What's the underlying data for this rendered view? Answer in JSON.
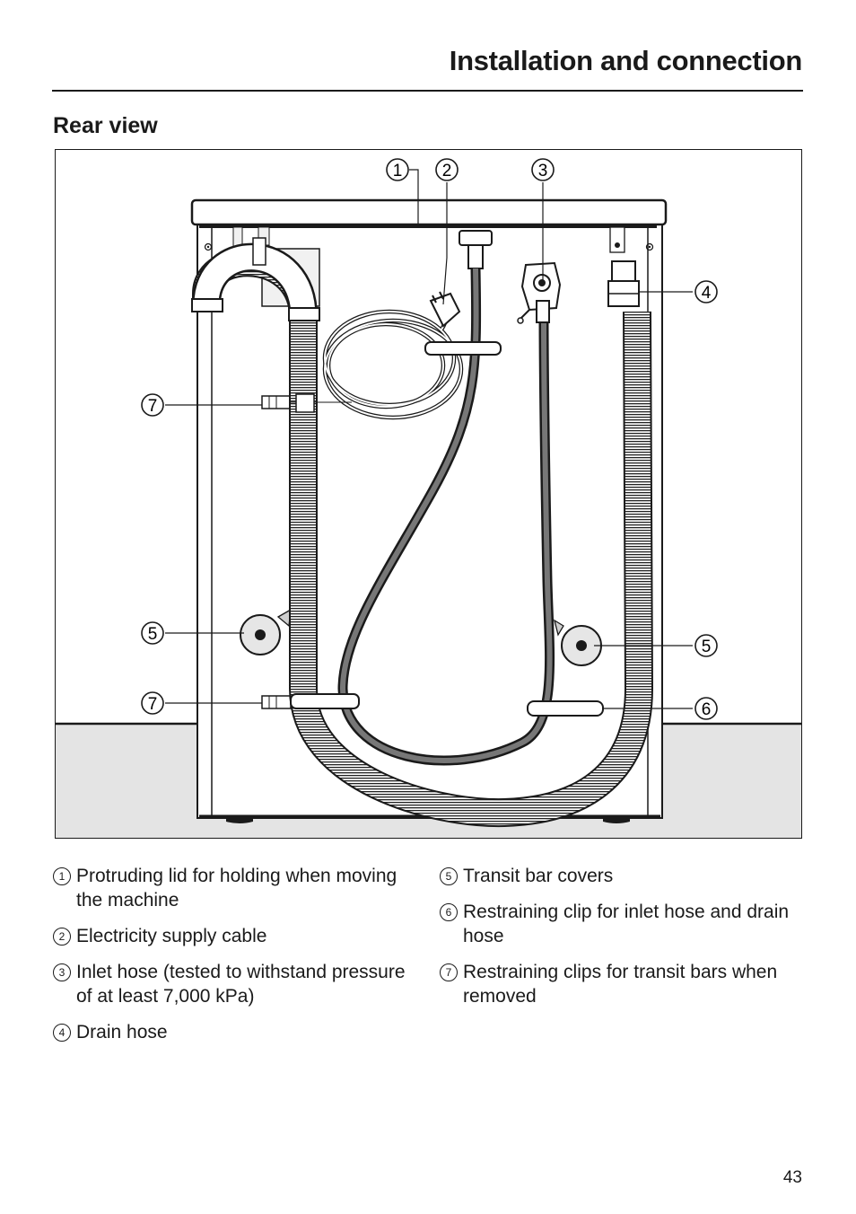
{
  "header": {
    "title": "Installation and connection"
  },
  "section": {
    "title": "Rear view"
  },
  "callouts": [
    {
      "num": "1",
      "target": "protruding lid"
    },
    {
      "num": "2",
      "target": "electricity supply cable"
    },
    {
      "num": "3",
      "target": "inlet hose"
    },
    {
      "num": "4",
      "target": "drain hose"
    },
    {
      "num": "5",
      "target": "transit bar cover left"
    },
    {
      "num": "5",
      "target": "transit bar cover right"
    },
    {
      "num": "6",
      "target": "restraining clip for hoses"
    },
    {
      "num": "7",
      "target": "restraining clip upper"
    },
    {
      "num": "7",
      "target": "restraining clip lower"
    }
  ],
  "legend": {
    "left": [
      {
        "num": "1",
        "text": "Protruding lid for holding when moving the machine"
      },
      {
        "num": "2",
        "text": "Electricity supply cable"
      },
      {
        "num": "3",
        "text": "Inlet hose (tested to withstand pressure of at least 7,000 kPa)"
      },
      {
        "num": "4",
        "text": "Drain hose"
      }
    ],
    "right": [
      {
        "num": "5",
        "text": "Transit bar covers"
      },
      {
        "num": "6",
        "text": "Restraining clip for inlet hose and drain hose"
      },
      {
        "num": "7",
        "text": "Restraining clips for transit bars when removed"
      }
    ]
  },
  "page": {
    "number": "43"
  },
  "colors": {
    "floor": "#e4e4e4",
    "hose": "#777777",
    "ink": "#1a1a1a"
  }
}
